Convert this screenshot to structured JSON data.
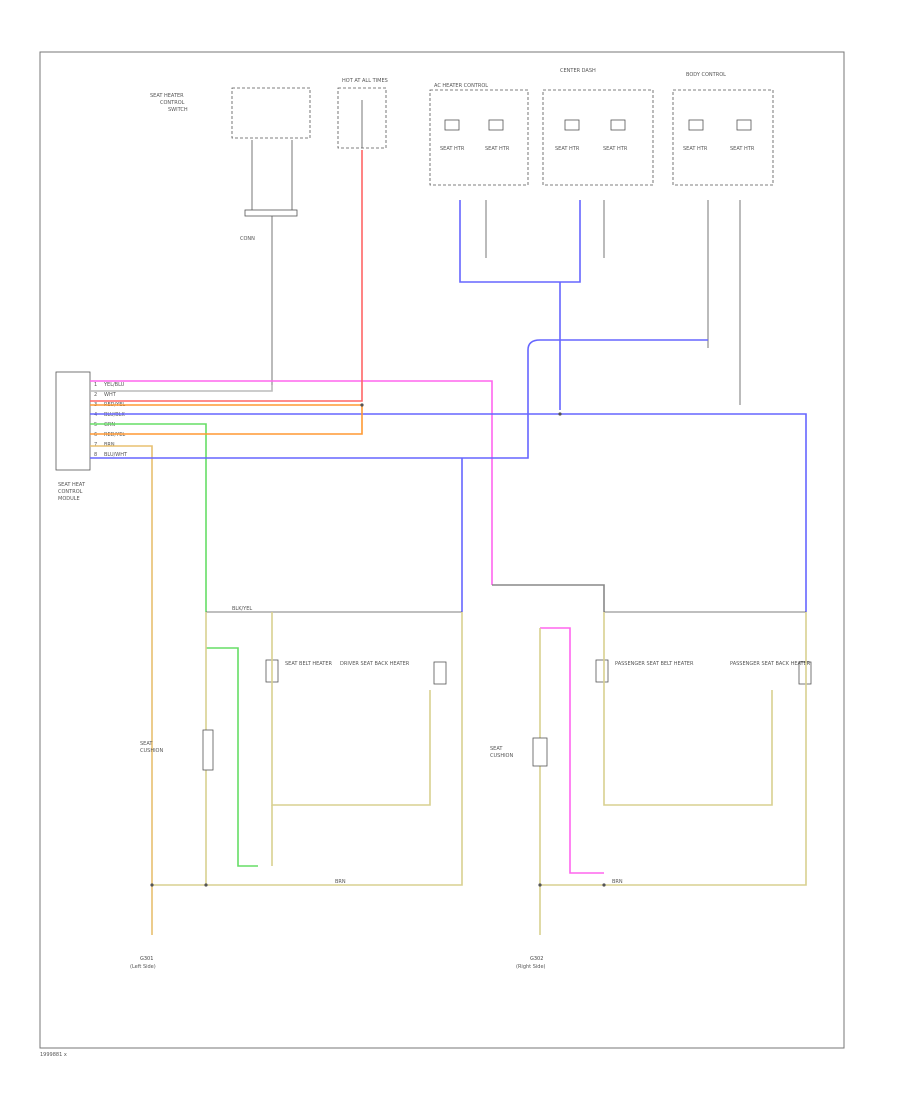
{
  "footer": {
    "code": "1999881 x"
  },
  "wire_colors": {
    "pink": "#ff66ee",
    "red": "#ff6666",
    "blue": "#6666ff",
    "yellow": "#d8d090",
    "tan": "#e8c070",
    "orange": "#ff9933",
    "green": "#66dd66",
    "gray": "#777777"
  },
  "connector_main": {
    "pins": [
      "1",
      "2",
      "3",
      "4",
      "5",
      "6",
      "7",
      "8"
    ],
    "wire_labels": [
      "YEL/BLU",
      "WHT",
      "RED/YEL",
      "BLU/BLK",
      "GRN",
      "RED/YEL",
      "BRN",
      "BLU/WHT"
    ]
  },
  "grounds": {
    "left": {
      "title": "G301",
      "sub": "(Left Side)"
    },
    "right": {
      "title": "G302",
      "sub": "(Right Side)"
    }
  },
  "top_labels": {
    "fuse": "HOT AT ALL TIMES",
    "module1": "AC HEATER CONTROL",
    "module2": "CENTER DASH",
    "module3": "BODY CONTROL"
  },
  "components": {
    "left_heater": "SEAT BELT HEATER",
    "left_motor": "DRIVER SEAT BACK HEATER",
    "right_heater": "PASSENGER SEAT BELT HEATER",
    "right_motor": "PASSENGER SEAT BACK HEATER"
  }
}
